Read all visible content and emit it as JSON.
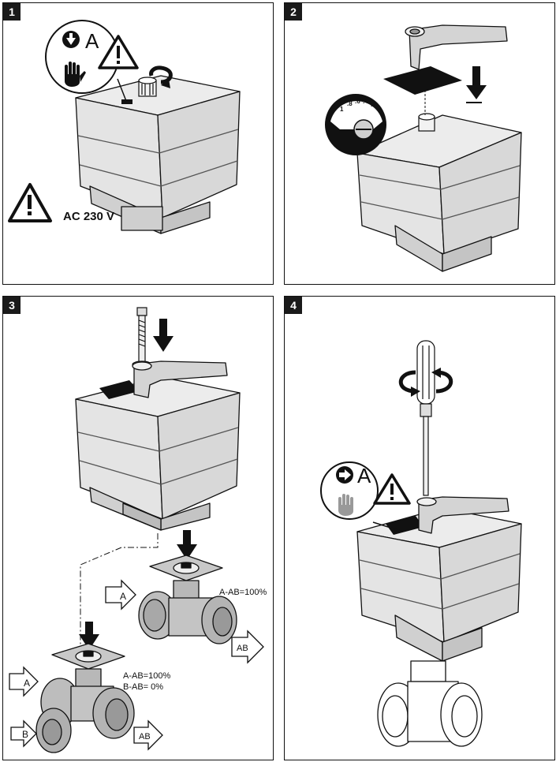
{
  "panels": [
    {
      "number": "1"
    },
    {
      "number": "2"
    },
    {
      "number": "3"
    },
    {
      "number": "4"
    }
  ],
  "panel1": {
    "voltage": "AC 230 V",
    "mode_letter": "A"
  },
  "panel2": {
    "scale": [
      "1",
      ".8",
      ".6",
      ".4",
      ".2",
      "0"
    ]
  },
  "panel3": {
    "port_a": "A",
    "port_b": "B",
    "port_ab": "AB",
    "valve2_label": "A-AB=100%",
    "valve3_label1": "A-AB=100%",
    "valve3_label2": "B-AB=   0%"
  },
  "panel4": {
    "mode_letter": "A"
  },
  "colors": {
    "body": "#e6e6e6",
    "face": "#d6d6d6",
    "valve": "#bdbdbd",
    "ink": "#111111"
  }
}
